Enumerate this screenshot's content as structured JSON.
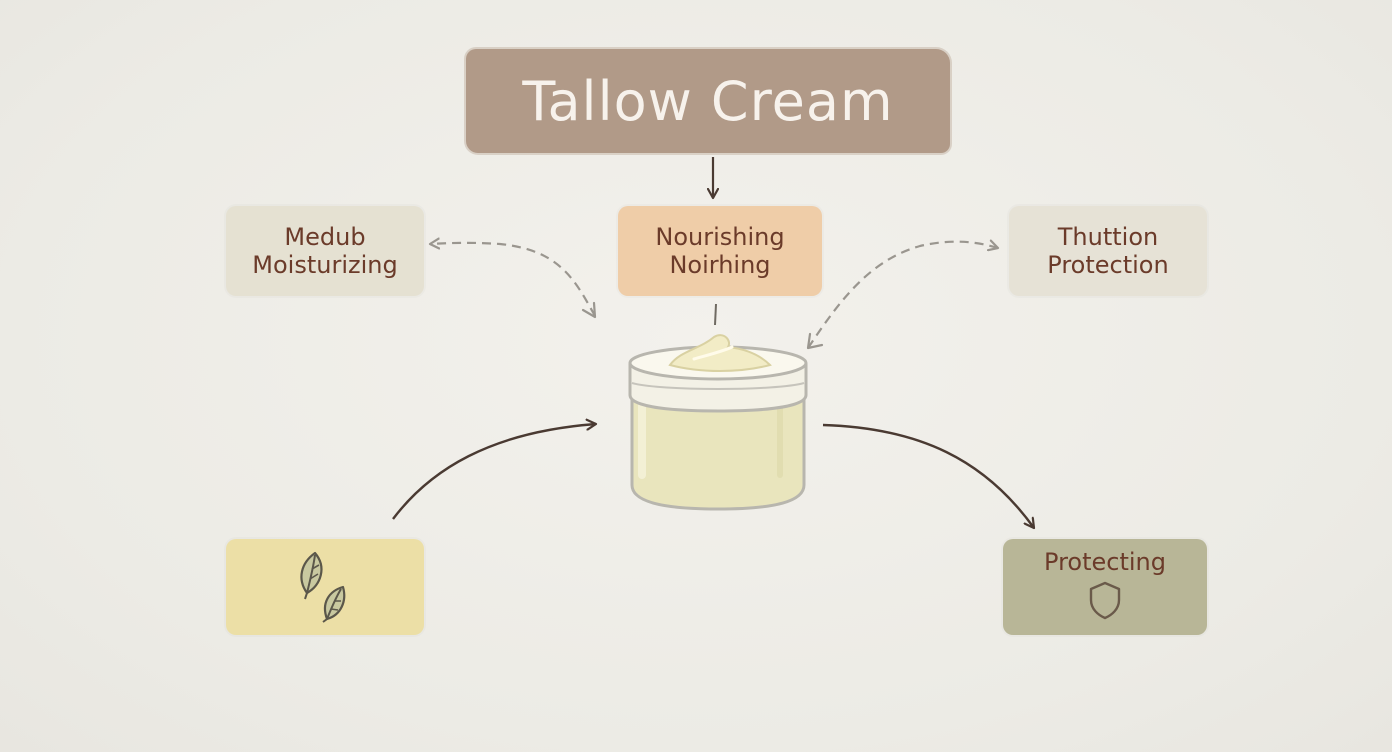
{
  "title": "Tallow Cream",
  "nodes": {
    "moisturizing": {
      "line1": "Medub",
      "line2": "Moisturizing"
    },
    "nourishing": {
      "line1": "Nourishing",
      "line2": "Noirhing"
    },
    "protection": {
      "line1": "Thuttion",
      "line2": "Protection"
    },
    "leaf_box": {
      "icon": "leaf-icon"
    },
    "protecting": {
      "label": "Protecting",
      "icon": "shield-icon"
    }
  },
  "center": {
    "icon": "cream-jar-icon"
  },
  "colors": {
    "background": "#efede8",
    "title_banner": "#b19a88",
    "title_text": "#f7f2ec",
    "label_text": "#6b3b2a",
    "moisturizing_box": "#e5e1d2",
    "nourishing_box": "#efcda8",
    "protection_box": "#e6e2d6",
    "leaf_box": "#ecdfa6",
    "protecting_box": "#b8b697",
    "dashed_arrow": "#9a968f",
    "solid_arrow": "#4a3a32"
  }
}
